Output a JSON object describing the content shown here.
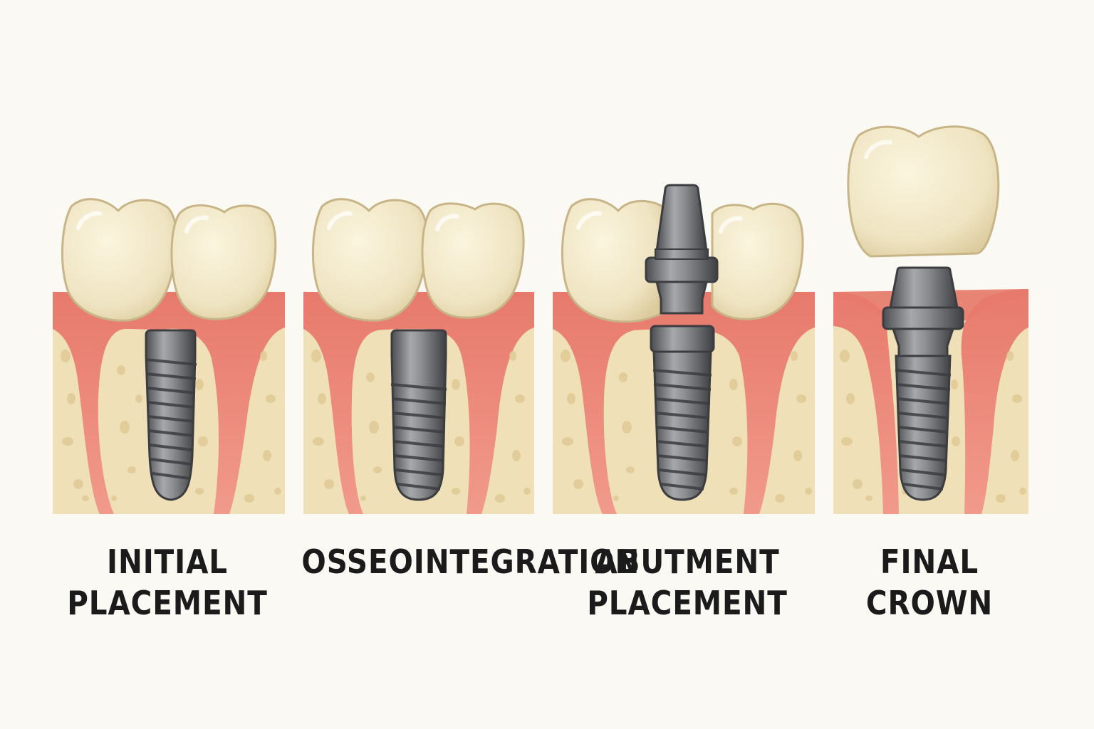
{
  "stages": [
    {
      "id": "initial",
      "label_lines": [
        "INITIAL",
        "PLACEMENT"
      ]
    },
    {
      "id": "osseo",
      "label_lines": [
        "OSSEOINTEGRATION"
      ]
    },
    {
      "id": "abutment",
      "label_lines": [
        "ABUTMENT",
        "PLACEMENT"
      ]
    },
    {
      "id": "final",
      "label_lines": [
        "FINAL",
        "CROWN"
      ]
    }
  ],
  "colors": {
    "background": "#fbf9f3",
    "bone": "#efe0b8",
    "bone_pore": "#e2cc97",
    "gum": "#ee8a7b",
    "gum_dark": "#d9685a",
    "tooth": "#f1e8c9",
    "tooth_outline": "#c9b78e",
    "metal": "#7d7f82",
    "metal_dark": "#46484b",
    "metal_light": "#b5b7ba"
  }
}
